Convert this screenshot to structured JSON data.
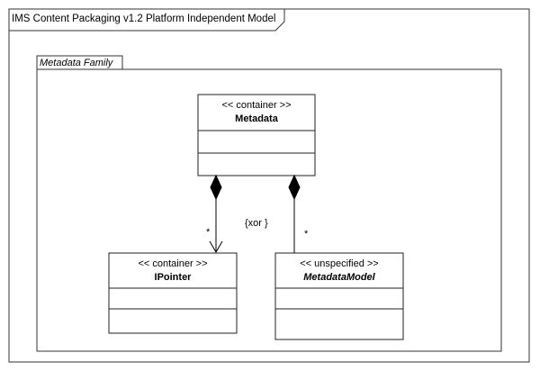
{
  "diagram": {
    "frame_title": "IMS Content Packaging v1.2 Platform Independent Model",
    "package_title": "Metadata Family",
    "classes": {
      "metadata": {
        "stereotype": "<< container >>",
        "name": "Metadata",
        "italic_name": false
      },
      "ipointer": {
        "stereotype": "<< container >>",
        "name": "IPointer",
        "italic_name": false
      },
      "metadata_model": {
        "stereotype": "<< unspecified >>",
        "name": "MetadataModel",
        "italic_name": true
      }
    },
    "associations": {
      "left": {
        "multiplicity": "*"
      },
      "right": {
        "multiplicity": "*"
      }
    },
    "constraint": "{xor }"
  }
}
